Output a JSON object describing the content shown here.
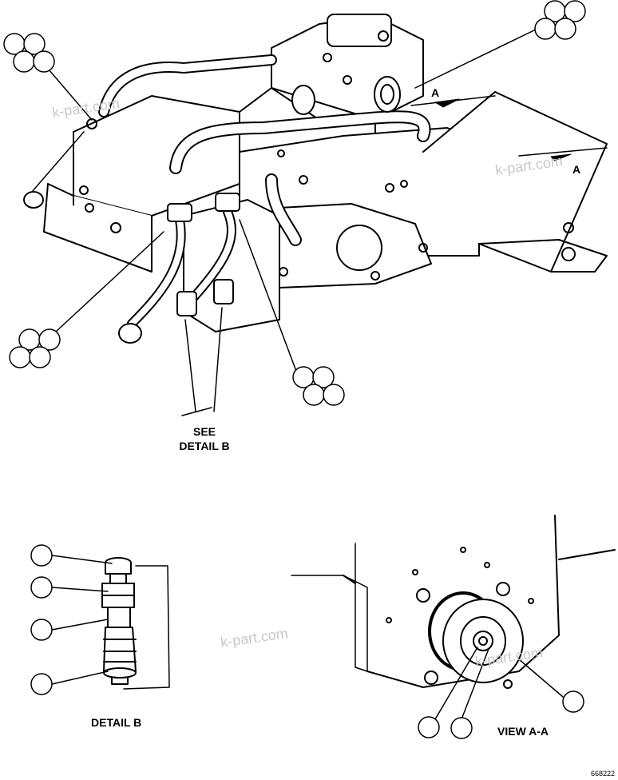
{
  "labels": {
    "see_detail_line1": "SEE",
    "see_detail_line2": "DETAIL B",
    "detail_b": "DETAIL B",
    "view_aa": "VIEW A-A",
    "arrow_a_top": "A",
    "arrow_a_right": "A"
  },
  "watermarks": [
    "k-part.com",
    "k-part.com",
    "k-part.com",
    "k-part.com"
  ],
  "drawing_code": "668222"
}
